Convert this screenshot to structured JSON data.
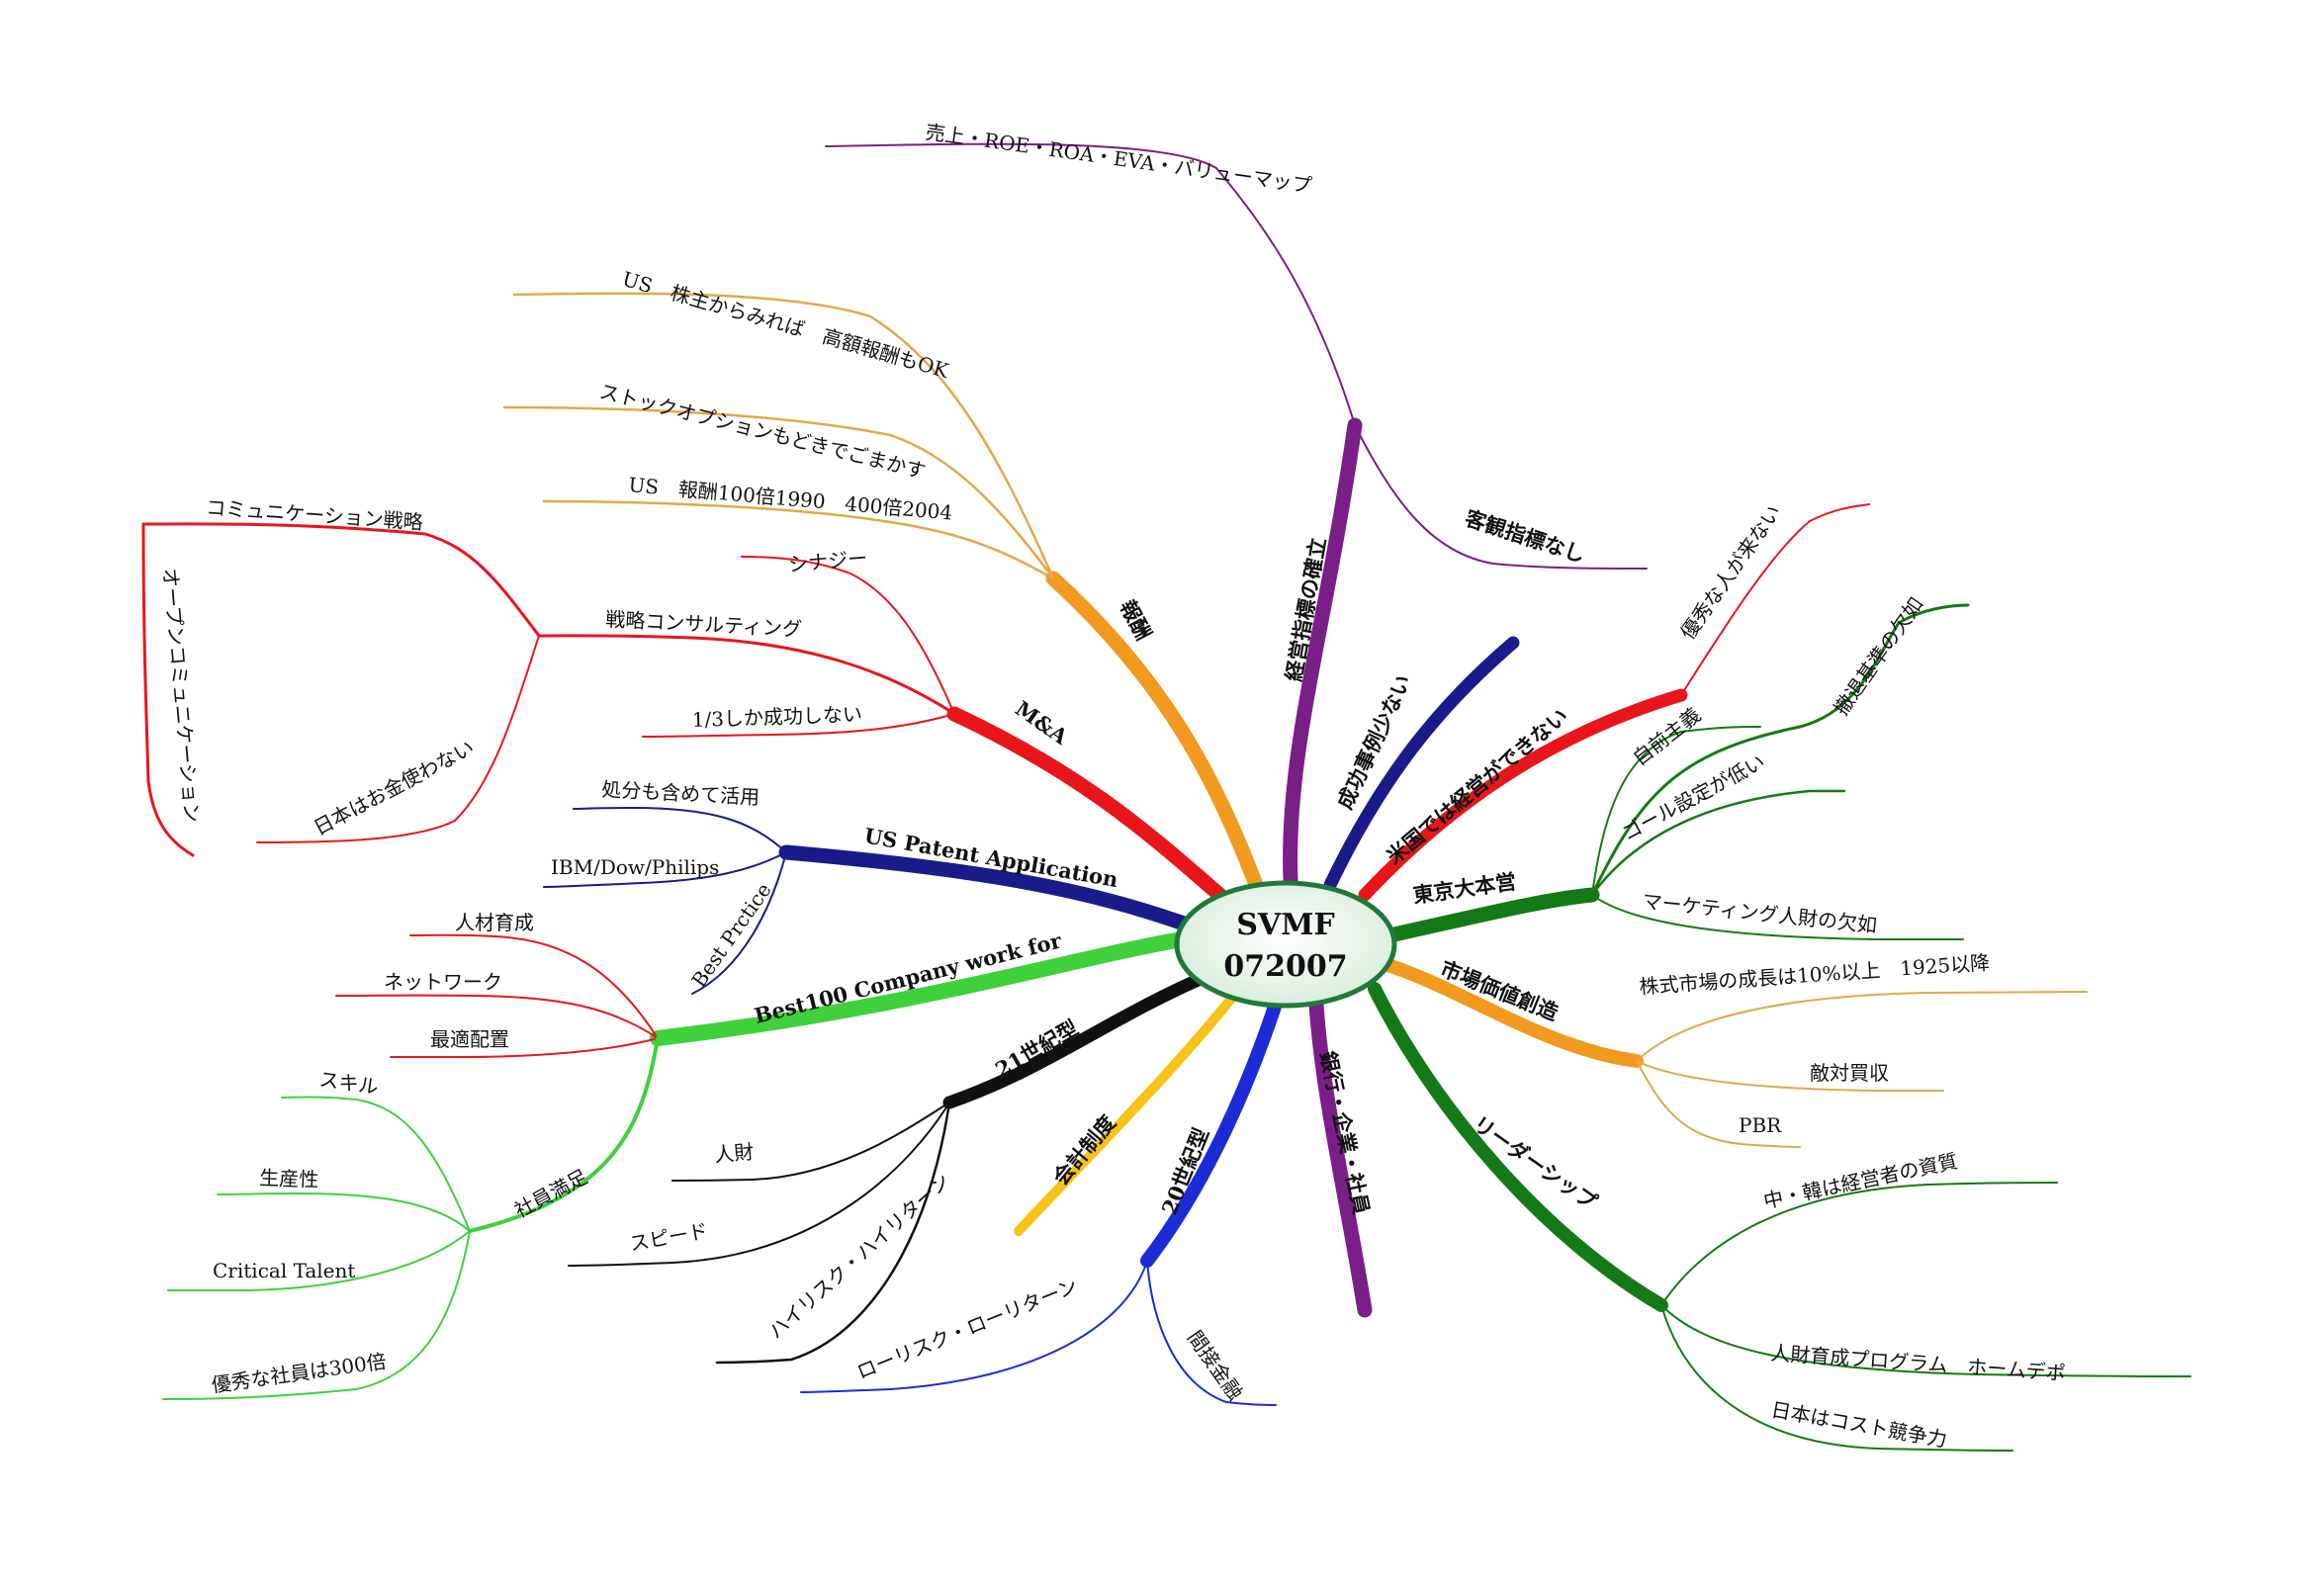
{
  "colors": {
    "purple": "#7a1f87",
    "orange": "#f29a1f",
    "tan": "#e2a84a",
    "red": "#e8161b",
    "navy": "#1a1b8a",
    "darkgreen": "#137a17",
    "lightgreen": "#3ed13c",
    "black": "#111111",
    "yellow": "#f7c318",
    "blue": "#1d2bd6",
    "center_ring": "#1f7a3a",
    "center_fill": "#eef7ef"
  },
  "center": {
    "line1": "SVMF",
    "line2": "072007"
  },
  "branches": {
    "keiei": "経営指標の確立",
    "houshu": "報酬",
    "ma": "M&A",
    "uspatent": "US Patent Application",
    "best100": "Best100 Company work for",
    "c21": "21世紀型",
    "kaikei": "会計制度",
    "c20": "20世紀型",
    "ginkou": "銀行・企業・社員",
    "seikou": "成功事例少ない",
    "beikoku": "米国では経営ができない",
    "tokyo": "東京大本営",
    "shijou": "市場価値創造",
    "leader": "リーダーシップ"
  },
  "leaves": {
    "uriage": "売上・ROE・ROA・EVA・バリューマップ",
    "kyakkan": "客観指標なし",
    "us_kabunushi": "US　株主からみれば　高額報酬もOK",
    "stock": "ストックオプションもどきでごまかす",
    "us_houshu": "US　報酬100倍1990　400倍2004",
    "comm": "コミュニケーション戦略",
    "open_comm": "オープンコミュニケーション",
    "senryaku": "戦略コンサルティング",
    "okane": "日本はお金使わない",
    "synergy": "シナジー",
    "seikou13": "1/3しか成功しない",
    "shobun": "処分も含めて活用",
    "ibm": "IBM/Dow/Philips",
    "bestprctice": "Best Prctice",
    "jinzai_ikusei": "人材育成",
    "network": "ネットワーク",
    "saiteki": "最適配置",
    "shain": "社員満足",
    "skill": "スキル",
    "seisan": "生産性",
    "critical": "Critical Talent",
    "yuushuu300": "優秀な社員は300倍",
    "jinzai": "人財",
    "speed": "スピード",
    "highrisk": "ハイリスク・ハイリターン",
    "lowrisk": "ローリスク・ローリターン",
    "kansetsu": "間接金融",
    "yuushuu_kuru": "優秀な人が来ない",
    "tekkyo": "撤退基準の欠如",
    "jimae": "自前主義",
    "goal": "ゴール設定が低い",
    "marketing": "マーケティング人財の欠如",
    "kabushiki": "株式市場の成長は10%以上　1925以降",
    "tekitai": "敵対買収",
    "pbr": "PBR",
    "chuukan": "中・韓は経営者の資質",
    "jinzai_prog": "人財育成プログラム　ホームデポ",
    "cost": "日本はコスト競争力"
  }
}
